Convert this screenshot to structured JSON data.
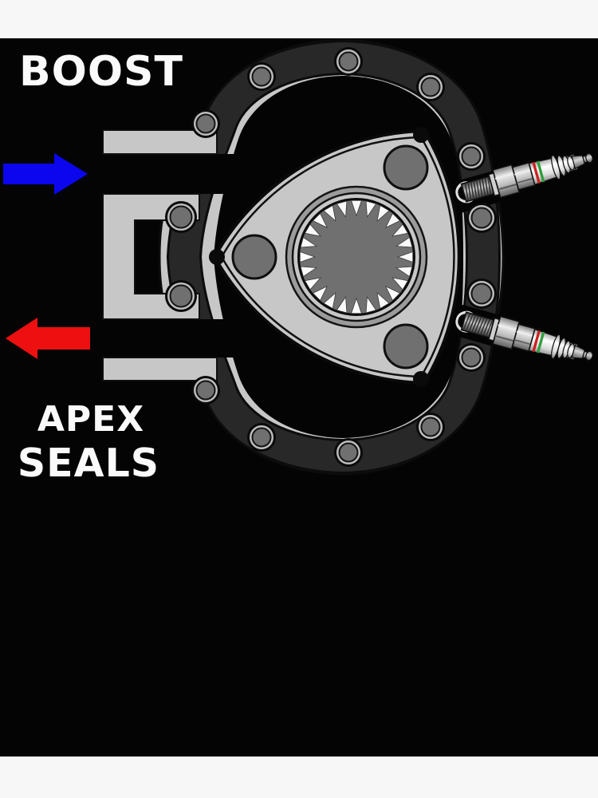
{
  "labels": {
    "boost": "BOOST",
    "apex_seals_line1": "APEX",
    "apex_seals_line2": "SEALS"
  },
  "colors": {
    "background": "#040404",
    "matte": "#f7f7f7",
    "housing_light": "#c7c7c7",
    "housing_dark_band": "#282828",
    "metal_mid": "#707070",
    "bolt_ring": "#bdbdbd",
    "hub_ring": "#9b9b9b",
    "white": "#fafafa",
    "boost_arrow": "#0b06ee",
    "exhaust_arrow": "#ee1010",
    "plug_stripe_red": "#cc2020",
    "plug_stripe_green": "#2f9e3c"
  },
  "figure": {
    "gear_tooth_count": 24,
    "bolt_count": 14,
    "rotor_pocket_count": 3,
    "spark_plug_count": 2,
    "apex_seal_count": 3
  }
}
